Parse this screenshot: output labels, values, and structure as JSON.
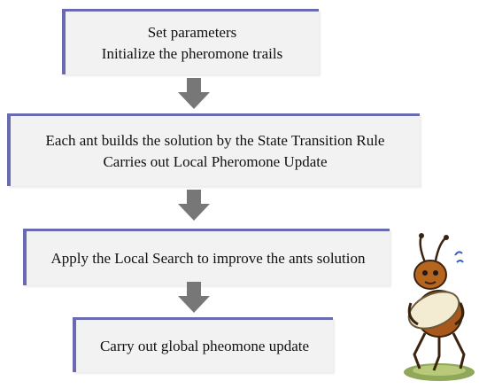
{
  "steps": [
    {
      "lines": [
        "Set parameters",
        "Initialize the pheromone trails"
      ]
    },
    {
      "lines": [
        "Each ant builds the solution by the State Transition Rule",
        "Carries out Local Pheromone Update"
      ]
    },
    {
      "lines": [
        "Apply the Local Search to improve the ants solution"
      ]
    },
    {
      "lines": [
        "Carry out global pheomone update"
      ]
    }
  ],
  "colors": {
    "box_border": "#6a6ab0",
    "box_fill": "#f2f2f2",
    "arrow": "#777777"
  },
  "illustration": "cartoon-ant-carrying-egg"
}
